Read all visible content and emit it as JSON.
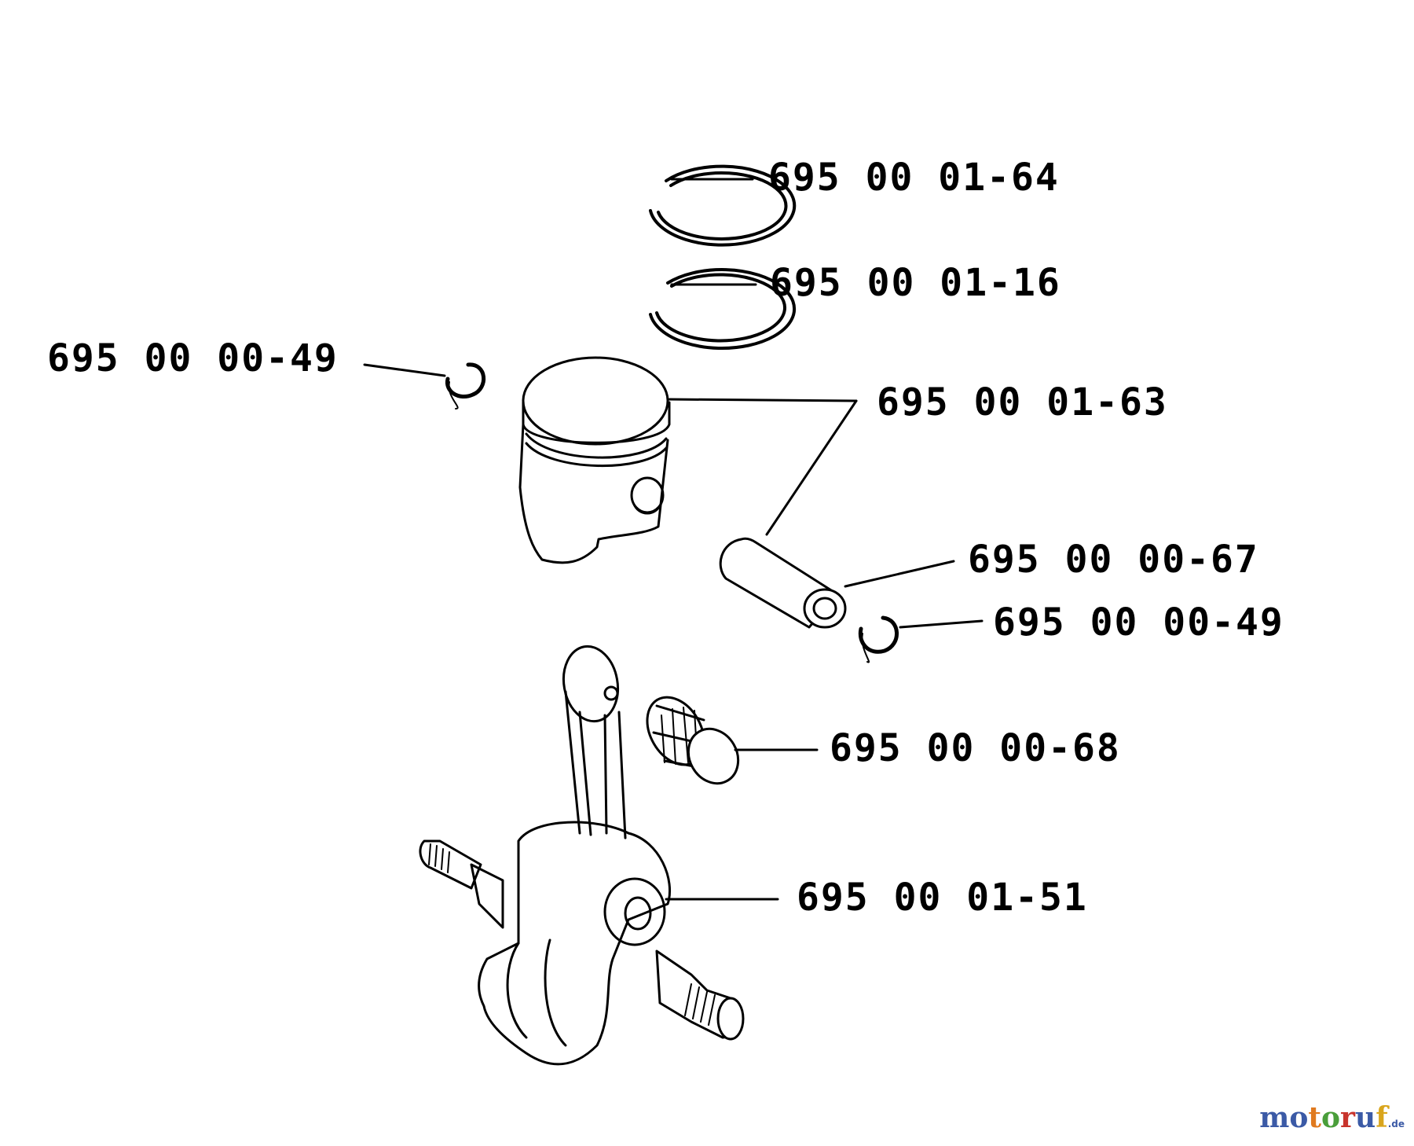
{
  "diagram": {
    "parts": [
      {
        "id": "piston-ring-top",
        "number": "695 00 01-64"
      },
      {
        "id": "piston-ring-second",
        "number": "695 00 01-16"
      },
      {
        "id": "circlip-left",
        "number": "695 00 00-49"
      },
      {
        "id": "piston",
        "number": "695 00 01-63"
      },
      {
        "id": "piston-pin",
        "number": "695 00 00-67"
      },
      {
        "id": "circlip-right",
        "number": "695 00 00-49"
      },
      {
        "id": "needle-bearing",
        "number": "695 00 00-68"
      },
      {
        "id": "crankshaft",
        "number": "695 00 01-51"
      }
    ]
  },
  "watermark": {
    "letters": [
      "m",
      "o",
      "t",
      "o",
      "r",
      "u",
      "f"
    ],
    "colors": [
      "#3b5aa6",
      "#3b5aa6",
      "#e07a1f",
      "#4a9e3a",
      "#c8342c",
      "#3b5aa6",
      "#d9a51c"
    ],
    "suffix": ".de"
  }
}
